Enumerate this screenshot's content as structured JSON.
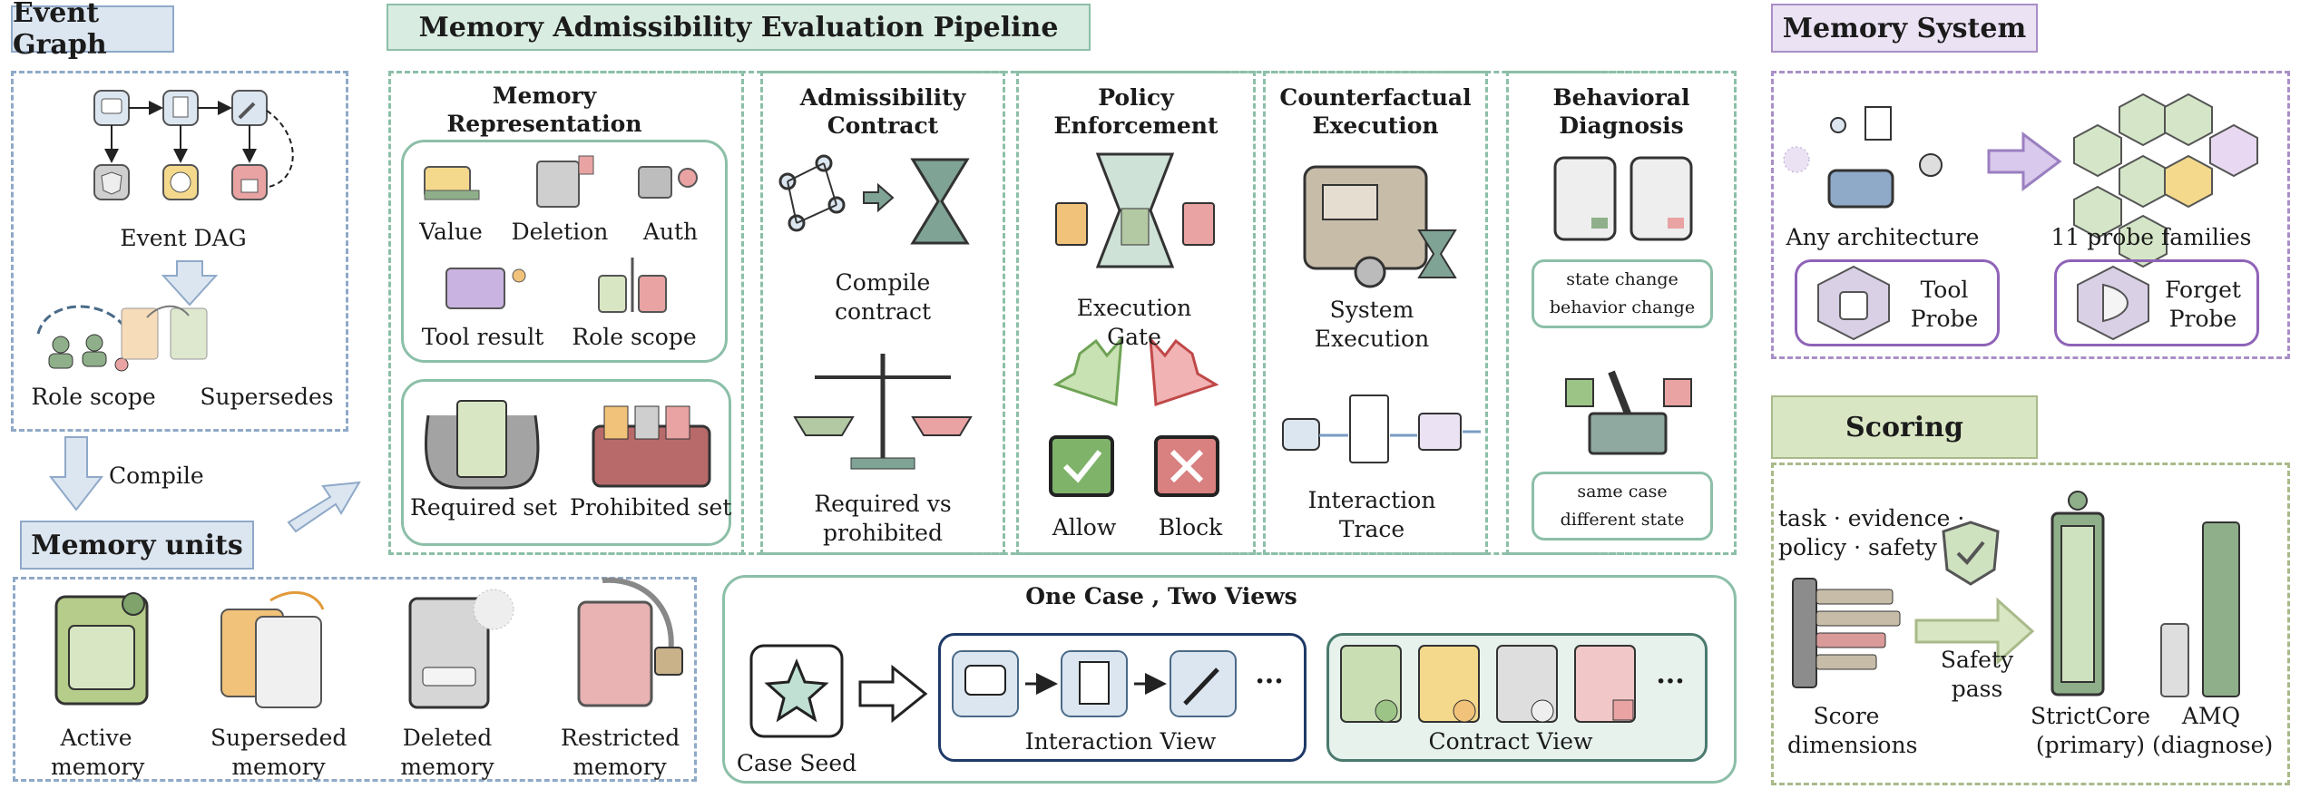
{
  "event_graph": {
    "title": "Event Graph",
    "dag_label": "Event DAG",
    "role_scope": "Role scope",
    "supersedes": "Supersedes"
  },
  "compile_label": "Compile",
  "memory_units": {
    "title": "Memory units",
    "items": [
      "Active memory",
      "Superseded memory",
      "Deleted memory",
      "Restricted memory"
    ]
  },
  "pipeline": {
    "title": "Memory Admissibility Evaluation Pipeline",
    "representation": {
      "title": "Memory Representation",
      "items": [
        "Value",
        "Deletion",
        "Auth",
        "Tool result",
        "Role scope"
      ],
      "sets": [
        "Required set",
        "Prohibited set"
      ]
    },
    "contract": {
      "title": "Admissibility Contract",
      "compile": "Compile contract",
      "balance": "Required vs prohibited"
    },
    "enforcement": {
      "title": "Policy Enforcement",
      "gate": "Execution Gate",
      "allow": "Allow",
      "block": "Block"
    },
    "counterfactual": {
      "title": "Counterfactual Execution",
      "system": "System Execution",
      "trace": "Interaction Trace"
    },
    "diagnosis": {
      "title": "Behavioral Diagnosis",
      "pill1": [
        "state change",
        "behavior change"
      ],
      "pill2": [
        "same case",
        "different state"
      ]
    }
  },
  "one_case": {
    "title": "One Case , Two Views",
    "seed": "Case Seed",
    "interaction_view": "Interaction View",
    "contract_view": "Contract View",
    "ellipsis": "···"
  },
  "memory_system": {
    "title": "Memory System",
    "any_arch": "Any architecture",
    "probe_families": "11 probe families",
    "tool_probe": "Tool Probe",
    "forget_probe": "Forget Probe"
  },
  "scoring": {
    "title": "Scoring",
    "dims_text": [
      "task · evidence ·",
      "policy · safety"
    ],
    "score_dims": "Score dimensions",
    "safety_pass": "Safety pass",
    "strictcore": [
      "StrictCore",
      "(primary)"
    ],
    "amq": [
      "AMQ",
      "(diagnose)"
    ]
  },
  "colors": {
    "blue_border": "#8fa9c8",
    "green_border": "#8cbfa8",
    "purple_border": "#a98fc7",
    "olive_border": "#a9ba8a",
    "blue_tab": "#dce6f1",
    "green_tab": "#d9ece2",
    "purple_tab": "#ebe2f4",
    "olive_tab": "#d9e6c3"
  }
}
